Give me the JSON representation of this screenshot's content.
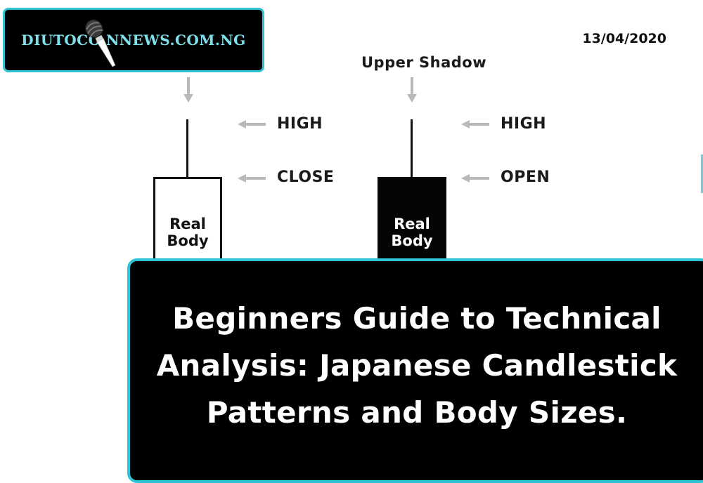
{
  "logo": {
    "text": "DIUTOCO NNEWS.COM.NG",
    "icon": "microphone-icon"
  },
  "date": "13/04/2020",
  "diagram": {
    "upper_shadow_label": "Upper Shadow",
    "bullish": {
      "high_label": "HIGH",
      "close_label": "CLOSE",
      "body_label_line1": "Real",
      "body_label_line2": "Body"
    },
    "bearish": {
      "high_label": "HIGH",
      "open_label": "OPEN",
      "body_label_line1": "Real",
      "body_label_line2": "Body"
    },
    "colors": {
      "bullish_body": "#ffffff",
      "bearish_body": "#050505",
      "arrow": "#b9b9b9"
    }
  },
  "title": "Beginners Guide to Technical Analysis: Japanese Candlestick Patterns and Body Sizes.",
  "colors": {
    "accent": "#2fc4d3",
    "panel": "#000000",
    "logo_text": "#7ee0ea"
  }
}
